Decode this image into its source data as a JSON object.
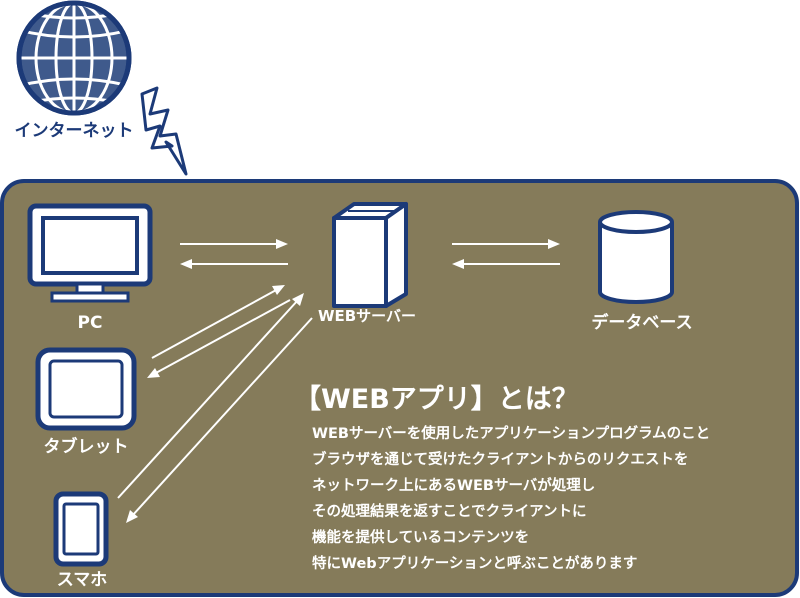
{
  "internet": {
    "label": "インターネット"
  },
  "nodes": {
    "pc": "PC",
    "web_server": "WEBサーバー",
    "database": "データベース",
    "tablet": "タブレット",
    "smartphone": "スマホ"
  },
  "explanation": {
    "heading": "【WEBアプリ】とは？",
    "lines": [
      "WEBサーバーを使用したアプリケーションプログラムのこと",
      "ブラウザを通じて受けたクライアントからのリクエストを",
      "ネットワーク上にあるWEBサーバが処理し",
      "その処理結果を返すことでクライアントに",
      "機能を提供しているコンテンツを",
      "特にWebアプリケーションと呼ぶことがあります"
    ]
  },
  "colors": {
    "panel_fill": "#857b5a",
    "border_navy": "#1c3a78",
    "globe_fill": "#3f5a8c",
    "white": "#ffffff"
  }
}
